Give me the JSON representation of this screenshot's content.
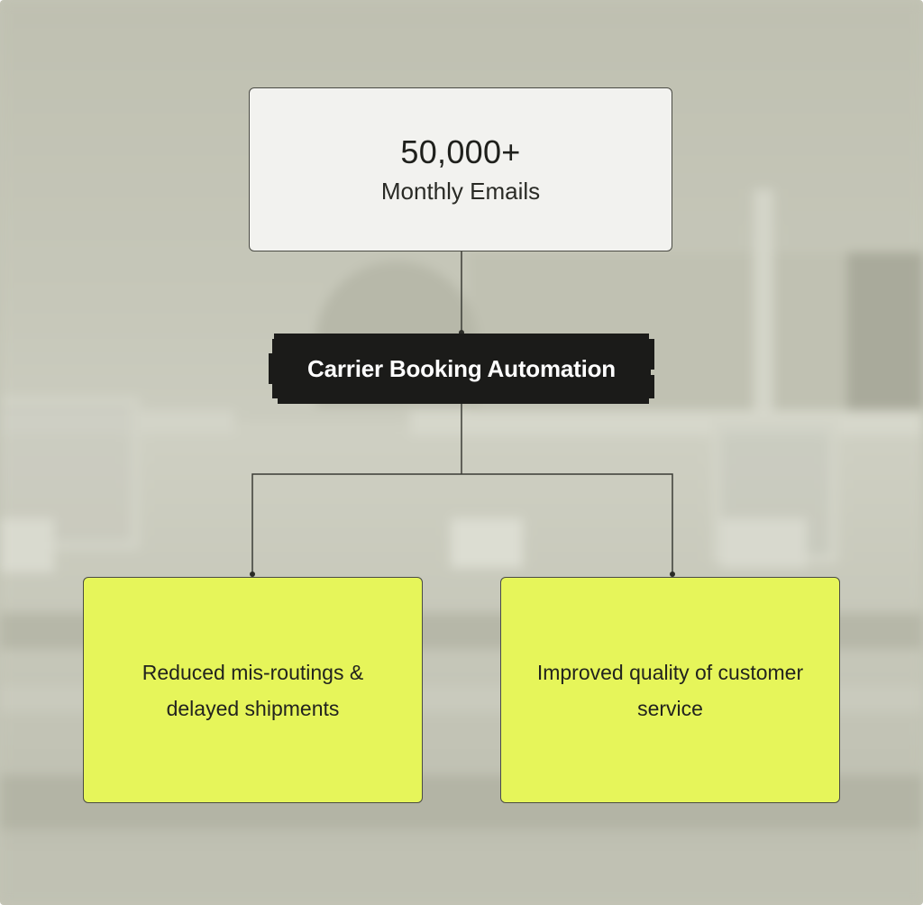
{
  "diagram": {
    "top": {
      "value": "50,000+",
      "label": "Monthly Emails"
    },
    "center": {
      "label": "Carrier Booking Automation"
    },
    "outcomes": [
      {
        "text": "Reduced mis-routings & delayed shipments"
      },
      {
        "text": "Improved quality of customer service"
      }
    ]
  },
  "colors": {
    "background": "#c4c5b6",
    "top_box": "#f2f2ef",
    "center_badge": "#1b1b19",
    "outcome_box": "#e6f55a",
    "line": "#3b3c36"
  }
}
